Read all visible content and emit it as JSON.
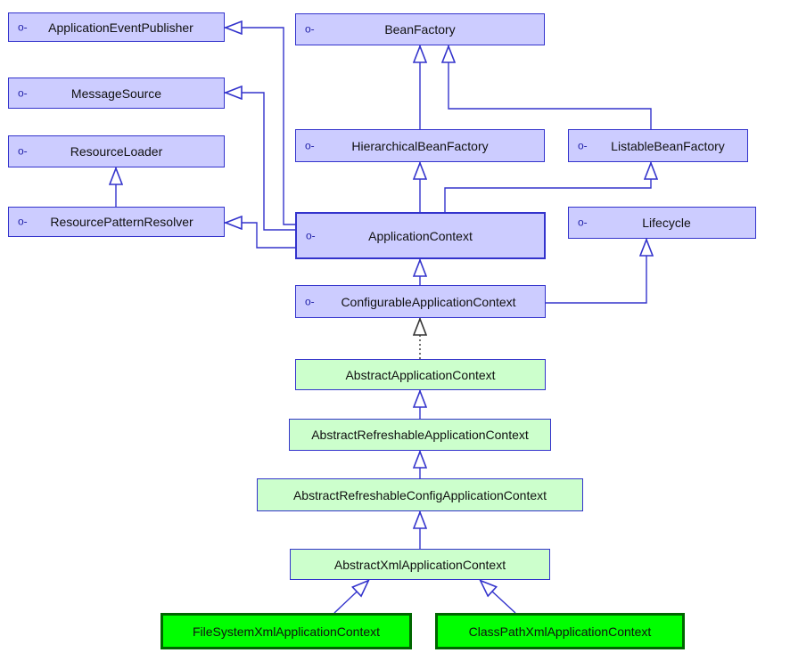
{
  "icons": {
    "interface_marker": "lollipop-interface-icon",
    "interface_marker_glyph": "o-"
  },
  "colors": {
    "interface_fill": "#ccccff",
    "abstract_fill": "#ccffcc",
    "concrete_fill": "#00ff00",
    "link": "#3333cc",
    "realization_link": "#333333"
  },
  "nodes": {
    "application_event_publisher": "ApplicationEventPublisher",
    "message_source": "MessageSource",
    "resource_loader": "ResourceLoader",
    "resource_pattern_resolver": "ResourcePatternResolver",
    "bean_factory": "BeanFactory",
    "hierarchical_bean_factory": "HierarchicalBeanFactory",
    "listable_bean_factory": "ListableBeanFactory",
    "application_context": "ApplicationContext",
    "lifecycle": "Lifecycle",
    "configurable_application_context": "ConfigurableApplicationContext",
    "abstract_application_context": "AbstractApplicationContext",
    "abstract_refreshable_application_context": "AbstractRefreshableApplicationContext",
    "abstract_refreshable_config_application_context": "AbstractRefreshableConfigApplicationContext",
    "abstract_xml_application_context": "AbstractXmlApplicationContext",
    "file_system_xml_application_context": "FileSystemXmlApplicationContext",
    "class_path_xml_application_context": "ClassPathXmlApplicationContext"
  }
}
